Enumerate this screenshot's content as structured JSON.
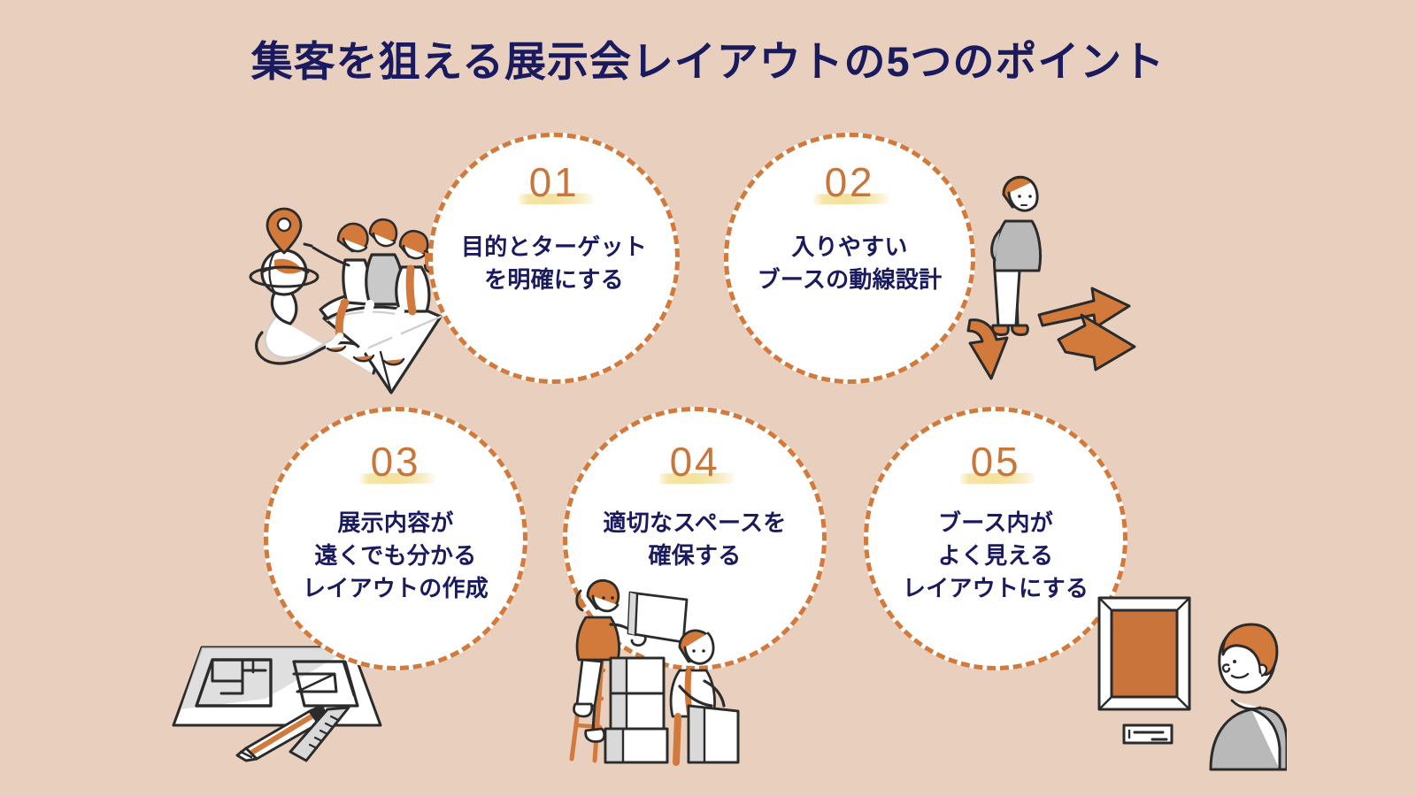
{
  "page": {
    "title": "集客を狙える展示会レイアウトの5つのポイント",
    "background_color": "#e8cfbe",
    "title_color": "#1a1a5e",
    "accent_color": "#d27a3c",
    "number_color": "#c9763a",
    "highlight_color": "#f4e19b",
    "circle_fill": "#ffffff"
  },
  "points": [
    {
      "number": "01",
      "label_line1": "目的とターゲット",
      "label_line2": "を明確にする",
      "label_line3": "",
      "illustration": "people-riding-paper-plane-to-map-pin"
    },
    {
      "number": "02",
      "label_line1": "入りやすい",
      "label_line2": "ブースの動線設計",
      "label_line3": "",
      "illustration": "person-with-directional-arrows"
    },
    {
      "number": "03",
      "label_line1": "展示内容が",
      "label_line2": "遠くでも分かる",
      "label_line3": "レイアウトの作成",
      "illustration": "floor-plan-blueprint-with-pencil-and-ruler"
    },
    {
      "number": "04",
      "label_line1": "適切なスペースを",
      "label_line2": "確保する",
      "label_line3": "",
      "illustration": "two-people-stacking-boxes-with-ladder"
    },
    {
      "number": "05",
      "label_line1": "ブース内が",
      "label_line2": "よく見える",
      "label_line3": "レイアウトにする",
      "illustration": "person-viewing-framed-artwork"
    }
  ]
}
